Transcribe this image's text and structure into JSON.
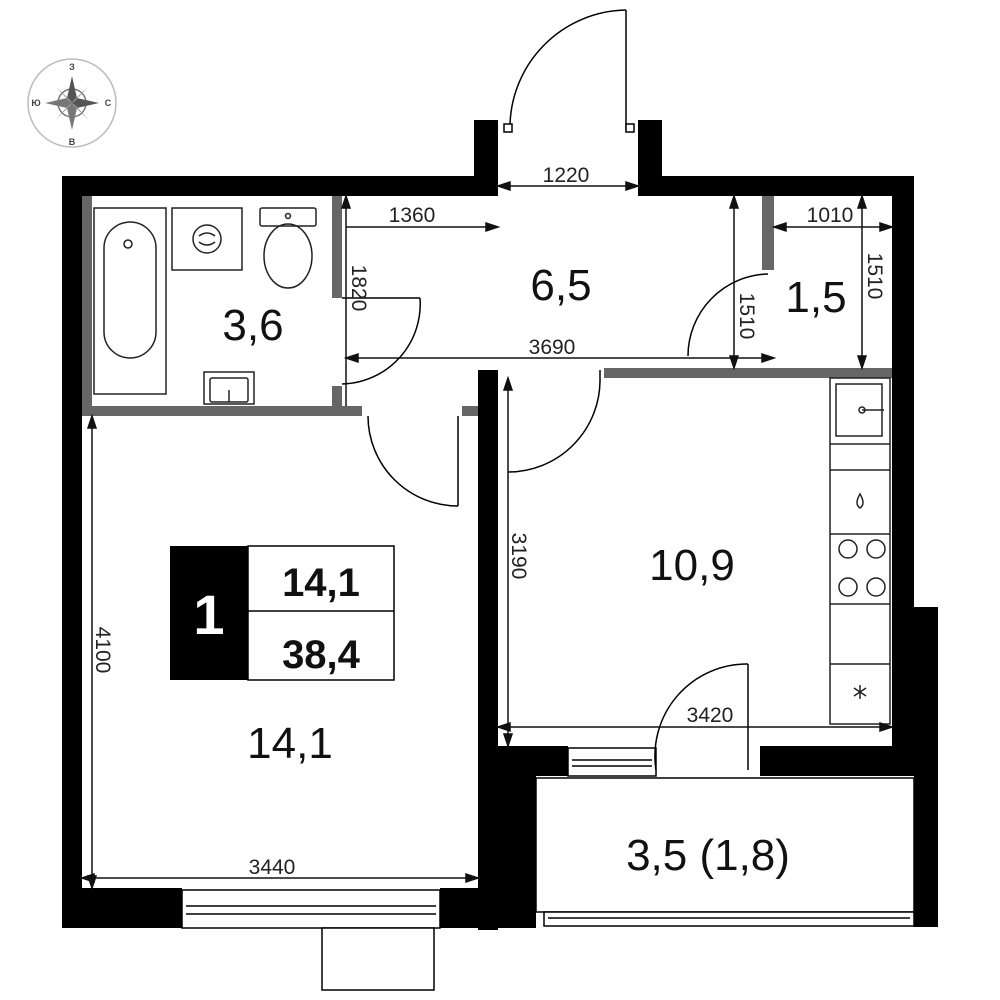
{
  "compass": {
    "north": "З",
    "south": "В",
    "west": "Ю",
    "east": "С"
  },
  "badge": {
    "rooms": "1",
    "living_area": "14,1",
    "total_area": "38,4"
  },
  "rooms": {
    "bathroom": "3,6",
    "hallway": "6,5",
    "closet": "1,5",
    "kitchen": "10,9",
    "living_room": "14,1",
    "balcony": "3,5 (1,8)"
  },
  "dimensions": {
    "entrance_width": "1220",
    "hall_width_top": "1360",
    "hall_length": "3690",
    "bath_height": "1820",
    "closet_width": "1010",
    "closet_depth": "1510",
    "hall_height": "1510",
    "living_height": "4100",
    "living_width": "3440",
    "kitchen_height": "3190",
    "kitchen_width": "3420"
  }
}
